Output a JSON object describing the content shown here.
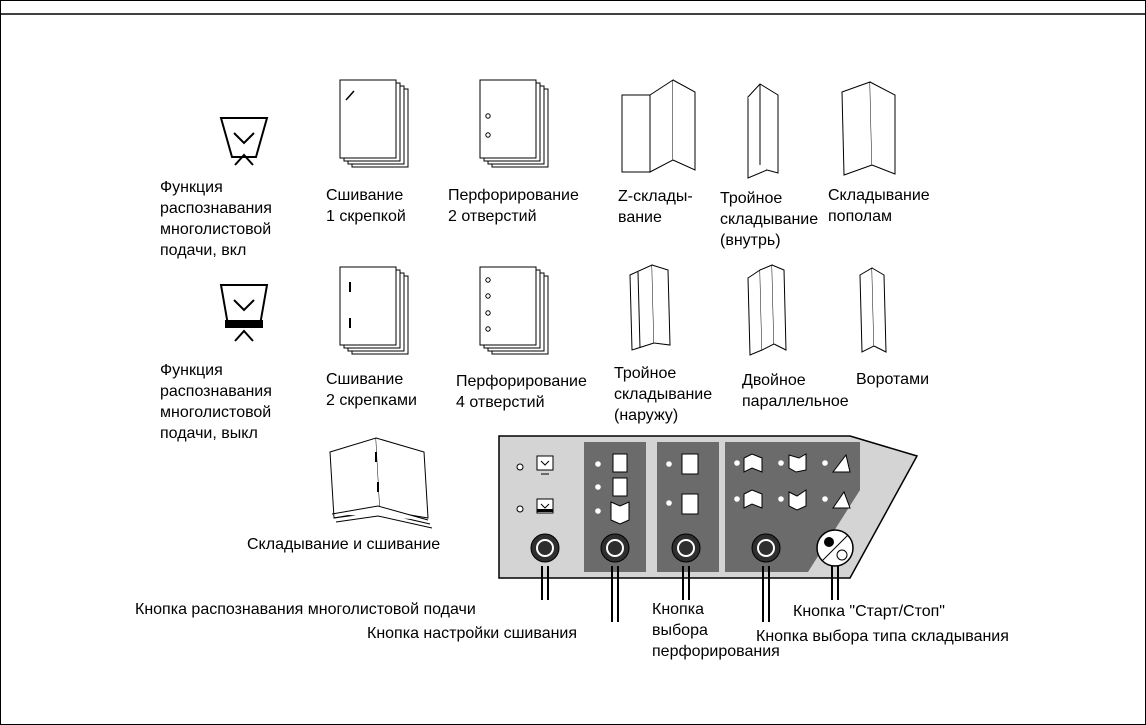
{
  "labels": {
    "mf_on": "Функция\nраспознавания\nмноголистовой\nподачи, вкл",
    "mf_off": "Функция\nраспознавания\nмноголистовой\nподачи, выкл",
    "staple1": "Сшивание\n1 скрепкой",
    "punch2": "Перфорирование\n2 отверстий",
    "zfold": "Z-склады-\nвание",
    "trifold_in": "Тройное\nскладывание\n(внутрь)",
    "halffold": "Складывание\nпополам",
    "staple2": "Сшивание\n2 скрепками",
    "punch4": "Перфорирование\n4 отверстий",
    "trifold_out": "Тройное\nскладывание\n(наружу)",
    "double_parallel": "Двойное\nпараллельное",
    "gate": "Воротами",
    "fold_stitch": "Складывание и сшивание"
  },
  "callouts": {
    "mf_button": "Кнопка распознавания многолистовой подачи",
    "staple_button": "Кнопка настройки сшивания",
    "punch_button": "Кнопка\nвыбора\nперфорирования",
    "start_stop": "Кнопка \"Старт/Стоп\"",
    "fold_button": "Кнопка выбора типа складывания"
  },
  "colors": {
    "panel": "#d4d4d4",
    "panel_group": "#6b6b6b",
    "button": "#2f2f2f",
    "line": "#000000"
  }
}
